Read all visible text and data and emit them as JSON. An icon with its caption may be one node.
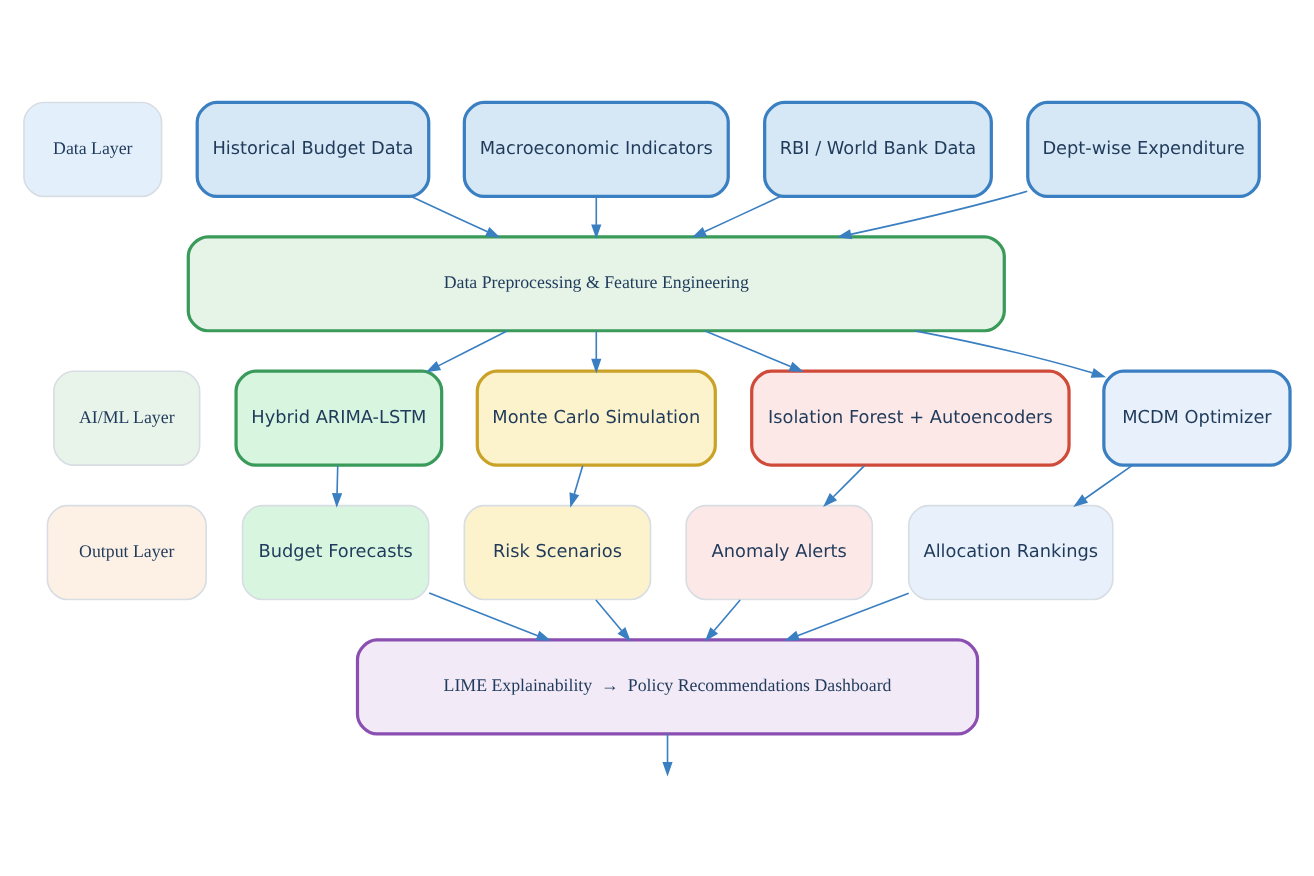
{
  "diagram": {
    "nodes": [
      {
        "text": [
          "Data Layer"
        ]
      },
      {
        "text": [
          "Historical Budget Data"
        ]
      },
      {
        "text": [
          "Macroeconomic Indicators"
        ]
      },
      {
        "text": [
          "RBI / World Bank Data"
        ]
      },
      {
        "text": [
          "Dept-wise Expenditure"
        ]
      },
      {
        "text": [
          "Data Preprocessing & Feature Engineering"
        ]
      },
      {
        "text": [
          "AI/ML Layer"
        ]
      },
      {
        "text": [
          "Hybrid ARIMA-LSTM"
        ]
      },
      {
        "text": [
          "Monte Carlo Simulation"
        ]
      },
      {
        "text": [
          "Isolation Forest + Autoencoders"
        ]
      },
      {
        "text": [
          "MCDM Optimizer"
        ]
      },
      {
        "text": [
          "Output Layer"
        ]
      },
      {
        "text": [
          "Budget Forecasts"
        ]
      },
      {
        "text": [
          "Risk Scenarios"
        ]
      },
      {
        "text": [
          "Anomaly Alerts"
        ]
      },
      {
        "text": [
          "Allocation Rankings"
        ]
      },
      {
        "text": [
          "LIME Explainability  →  Policy Recommendations Dashboard"
        ]
      }
    ],
    "edges": [
      {
        "from": 1,
        "to": 5,
        "arrow": "to"
      },
      {
        "from": 2,
        "to": 5,
        "arrow": "to"
      },
      {
        "from": 3,
        "to": 5,
        "arrow": "to"
      },
      {
        "from": 4,
        "to": 5,
        "arrow": "to"
      },
      {
        "from": 5,
        "to": 7,
        "arrow": "to"
      },
      {
        "from": 5,
        "to": 8,
        "arrow": "to"
      },
      {
        "from": 5,
        "to": 9,
        "arrow": "to"
      },
      {
        "from": 5,
        "to": 10,
        "arrow": "to"
      },
      {
        "from": 7,
        "to": 12,
        "arrow": "to"
      },
      {
        "from": 8,
        "to": 13,
        "arrow": "to"
      },
      {
        "from": 9,
        "to": 14,
        "arrow": "to"
      },
      {
        "from": 10,
        "to": 15,
        "arrow": "to"
      },
      {
        "from": 12,
        "to": 16,
        "arrow": "to"
      },
      {
        "from": 13,
        "to": 16,
        "arrow": "to"
      },
      {
        "from": 14,
        "to": 16,
        "arrow": "to"
      },
      {
        "from": 15,
        "to": 16,
        "arrow": "to"
      },
      {
        "from": 16,
        "to": null,
        "arrow": "to"
      }
    ]
  }
}
